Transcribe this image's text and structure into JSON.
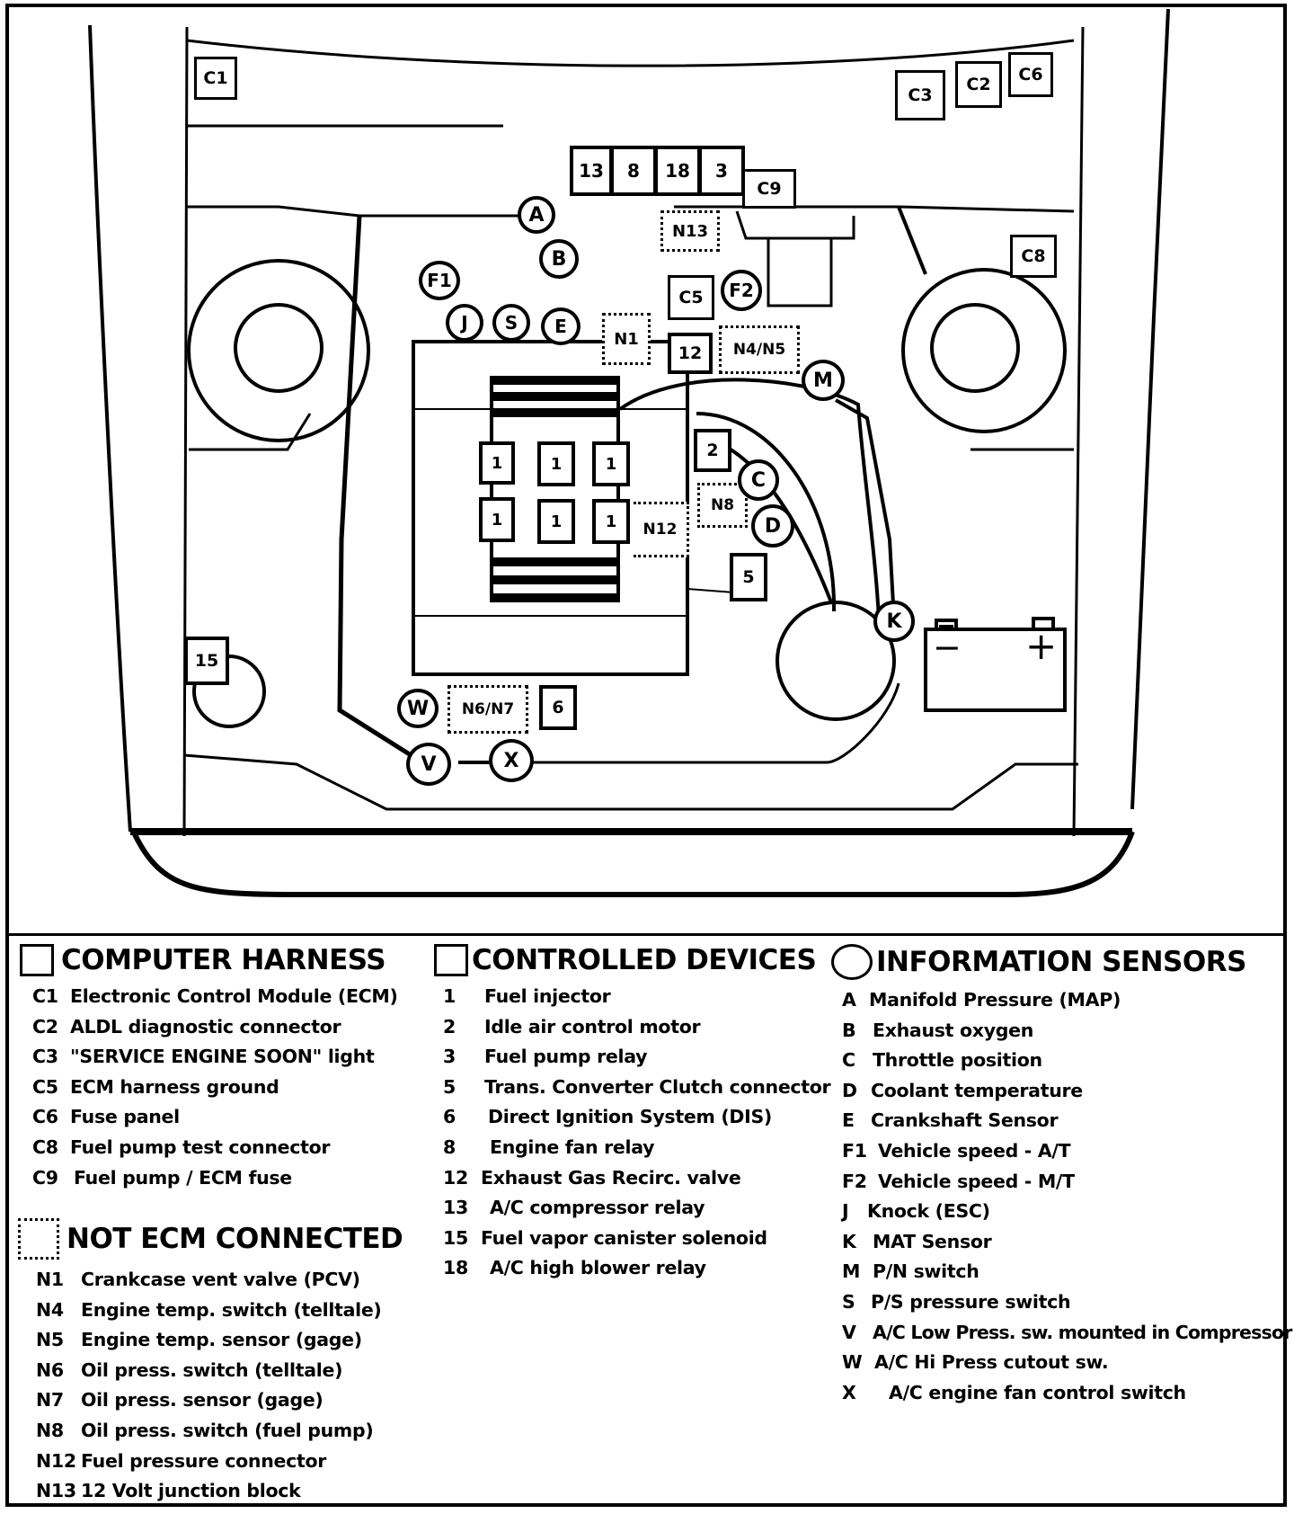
{
  "diagram_labels": {
    "c1": "C1",
    "c2": "C2",
    "c3": "C3",
    "c5": "C5",
    "c6": "C6",
    "c8": "C8",
    "c9": "C9",
    "r13": "13",
    "r8": "8",
    "r18": "18",
    "r3": "3",
    "n13": "N13",
    "n1": "N1",
    "n4n5": "N4/N5",
    "n8": "N8",
    "n12": "N12",
    "n6n7": "N6/N7",
    "d12": "12",
    "d2": "2",
    "d5": "5",
    "d6": "6",
    "d15": "15",
    "injector": "1",
    "a": "A",
    "b": "B",
    "f1": "F1",
    "f2": "F2",
    "j": "J",
    "s": "S",
    "e": "E",
    "m": "M",
    "c": "C",
    "d": "D",
    "k": "K",
    "w": "W",
    "v": "V",
    "x": "X",
    "battery_minus": "−",
    "battery_plus": "+"
  },
  "legend": {
    "computer_harness": {
      "title": "COMPUTER HARNESS",
      "items": [
        {
          "code": "C1",
          "text": "Electronic Control Module (ECM)"
        },
        {
          "code": "C2",
          "text": "ALDL diagnostic connector"
        },
        {
          "code": "C3",
          "text": "\"SERVICE ENGINE SOON\" light"
        },
        {
          "code": "C5",
          "text": "ECM harness ground"
        },
        {
          "code": "C6",
          "text": "Fuse panel"
        },
        {
          "code": "C8",
          "text": "Fuel pump test connector"
        },
        {
          "code": "C9",
          "text": "Fuel pump / ECM fuse"
        }
      ]
    },
    "not_ecm_connected": {
      "title": "NOT ECM CONNECTED",
      "items": [
        {
          "code": "N1",
          "text": "Crankcase vent valve (PCV)"
        },
        {
          "code": "N4",
          "text": "Engine temp. switch (telltale)"
        },
        {
          "code": "N5",
          "text": "Engine temp. sensor (gage)"
        },
        {
          "code": "N6",
          "text": "Oil press. switch (telltale)"
        },
        {
          "code": "N7",
          "text": "Oil press. sensor (gage)"
        },
        {
          "code": "N8",
          "text": "Oil press. switch (fuel pump)"
        },
        {
          "code": "N12",
          "text": "Fuel pressure connector"
        },
        {
          "code": "N13",
          "text": "12 Volt junction block"
        }
      ]
    },
    "controlled_devices": {
      "title": "CONTROLLED DEVICES",
      "items": [
        {
          "code": "1",
          "text": "Fuel injector"
        },
        {
          "code": "2",
          "text": "Idle air control motor"
        },
        {
          "code": "3",
          "text": "Fuel pump relay"
        },
        {
          "code": "5",
          "text": "Trans. Converter Clutch connector"
        },
        {
          "code": "6",
          "text": "Direct Ignition System (DIS)"
        },
        {
          "code": "8",
          "text": "Engine fan relay"
        },
        {
          "code": "12",
          "text": "Exhaust Gas Recirc. valve"
        },
        {
          "code": "13",
          "text": "A/C compressor relay"
        },
        {
          "code": "15",
          "text": "Fuel vapor canister solenoid"
        },
        {
          "code": "18",
          "text": "A/C high blower relay"
        }
      ]
    },
    "information_sensors": {
      "title": "INFORMATION SENSORS",
      "items": [
        {
          "code": "A",
          "text": "Manifold Pressure (MAP)"
        },
        {
          "code": "B",
          "text": "Exhaust oxygen"
        },
        {
          "code": "C",
          "text": "Throttle position"
        },
        {
          "code": "D",
          "text": "Coolant temperature"
        },
        {
          "code": "E",
          "text": "Crankshaft Sensor"
        },
        {
          "code": "F1",
          "text": "Vehicle speed - A/T"
        },
        {
          "code": "F2",
          "text": "Vehicle speed - M/T"
        },
        {
          "code": "J",
          "text": "Knock (ESC)"
        },
        {
          "code": "K",
          "text": "MAT Sensor"
        },
        {
          "code": "M",
          "text": "P/N switch"
        },
        {
          "code": "S",
          "text": "P/S pressure switch"
        },
        {
          "code": "V",
          "text": "A/C Low Press. sw. mounted in Compressor"
        },
        {
          "code": "W",
          "text": "A/C Hi Press cutout sw."
        },
        {
          "code": "X",
          "text": "A/C engine fan control switch"
        }
      ]
    }
  }
}
